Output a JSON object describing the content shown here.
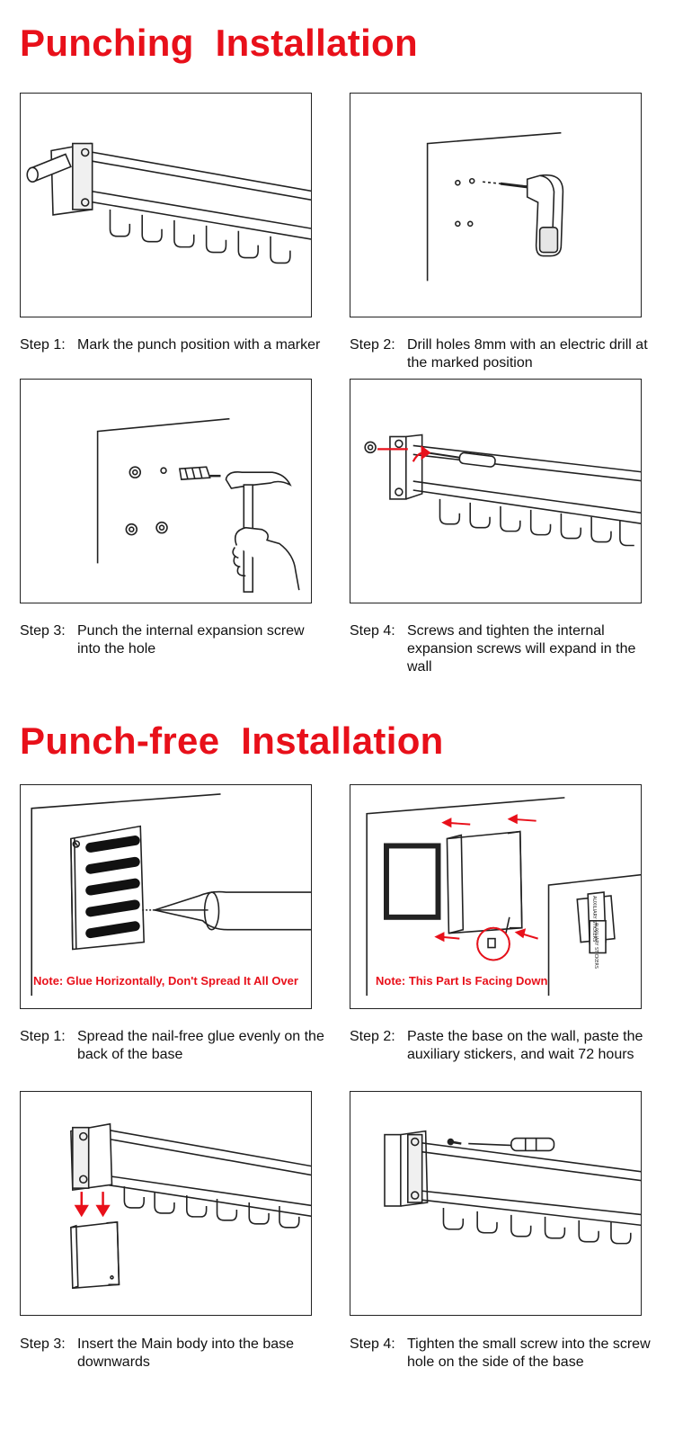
{
  "sections": [
    {
      "title": "Punching  Installation",
      "steps": [
        {
          "label": "Step 1:",
          "text": "Mark the punch position with a marker"
        },
        {
          "label": "Step 2:",
          "text": "Drill holes 8mm with an electric drill at the marked position"
        },
        {
          "label": "Step 3:",
          "text": "Punch the internal expansion screw into the hole"
        },
        {
          "label": "Step 4:",
          "text": "Screws and tighten the internal expansion screws will expand in the wall"
        }
      ]
    },
    {
      "title": "Punch-free  Installation",
      "steps": [
        {
          "label": "Step 1:",
          "text": "Spread the nail-free glue evenly on the back of the base"
        },
        {
          "label": "Step 2:",
          "text": "Paste the base on the wall, paste the auxiliary stickers, and wait 72 hours"
        },
        {
          "label": "Step 3:",
          "text": "Insert the Main body into the base downwards"
        },
        {
          "label": "Step 4:",
          "text": "Tighten the small screw into the screw hole on the side of the base"
        }
      ]
    }
  ],
  "notes": {
    "glue": "Note: Glue Horizontally, Don't Spread It All Over",
    "facing": "Note: This Part Is Facing Down"
  },
  "sticker_text": [
    "AUXILIARY STICKERS",
    "AUXILIARY STICKERS"
  ],
  "colors": {
    "accent": "#e8101a",
    "line": "#222222"
  }
}
